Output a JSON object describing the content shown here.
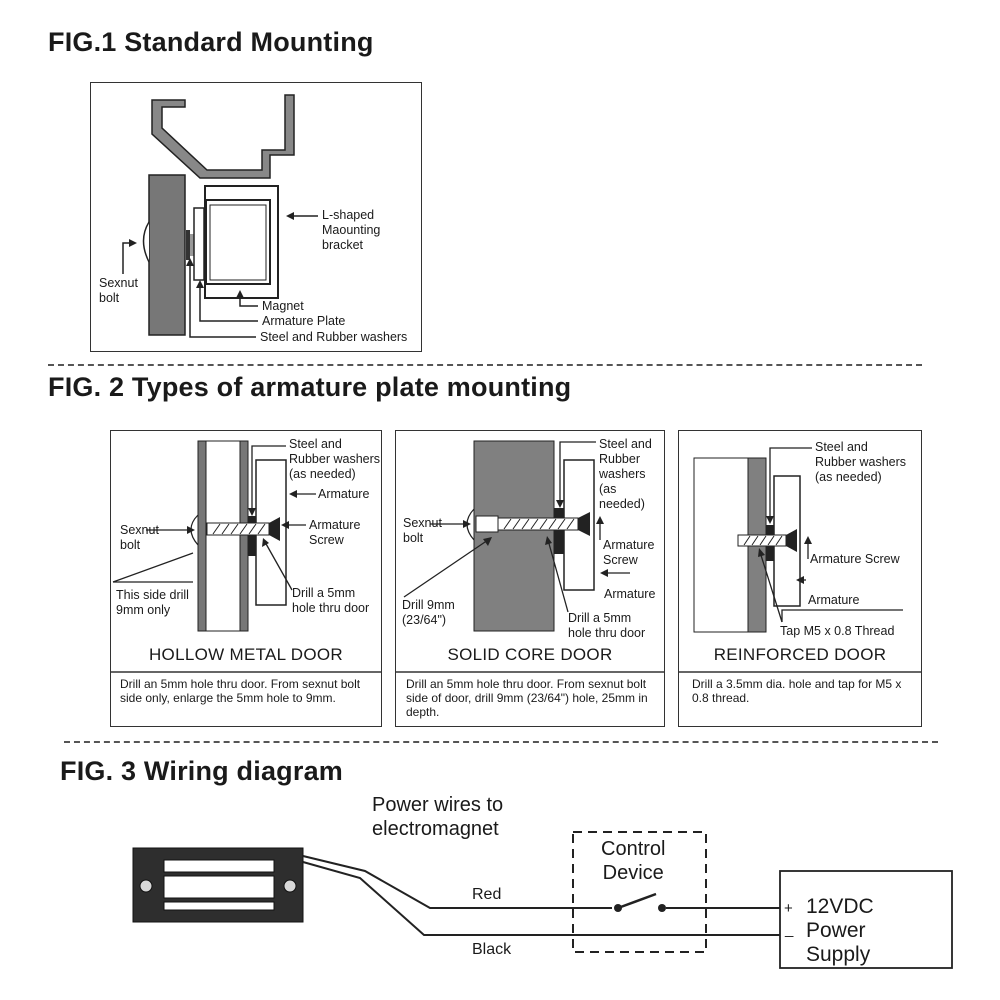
{
  "fig1": {
    "title": "FIG.1 Standard Mounting",
    "labels": {
      "bracket": "L-shaped\nMaounting\nbracket",
      "sexnut": "Sexnut\nbolt",
      "magnet": "Magnet",
      "armature": "Armature Plate",
      "washers": "Steel and Rubber washers"
    }
  },
  "fig2": {
    "title": "FIG. 2 Types of armature plate mounting",
    "panels": [
      {
        "title": "HOLLOW METAL DOOR",
        "note": "Drill an 5mm hole thru door.  From sexnut bolt side only, enlarge the 5mm hole to 9mm.",
        "labels": {
          "washers": "Steel and\nRubber washers\n(as needed)",
          "armature": "Armature",
          "sexnut": "Sexnut\nbolt",
          "screw": "Armature\nScrew",
          "side_drill": "This side drill\n9mm only",
          "drill": "Drill a 5mm\nhole thru door"
        }
      },
      {
        "title": "SOLID CORE DOOR",
        "note": "Drill an 5mm hole thru door.  From sexnut bolt side of door, drill 9mm (23/64\") hole, 25mm in depth.",
        "labels": {
          "washers": "Steel and\nRubber\nwashers\n(as\nneeded)",
          "sexnut": "Sexnut\nbolt",
          "screw": "Armature\nScrew",
          "armature": "Armature",
          "drill9": "Drill 9mm\n(23/64\")",
          "drill5": "Drill a 5mm\nhole thru door"
        }
      },
      {
        "title": "REINFORCED DOOR",
        "note": "Drill a 3.5mm dia. hole and tap for M5 x 0.8 thread.",
        "labels": {
          "washers": "Steel and\nRubber washers\n(as needed)",
          "screw": "Armature Screw",
          "armature": "Armature",
          "tap": "Tap M5 x 0.8 Thread"
        }
      }
    ]
  },
  "fig3": {
    "title": "FIG. 3 Wiring diagram",
    "power_wires": "Power wires to\nelectromagnet",
    "control": "Control\nDevice",
    "red": "Red",
    "black": "Black",
    "plus": "+",
    "minus": "_",
    "supply": "12VDC\nPower\nSupply"
  }
}
